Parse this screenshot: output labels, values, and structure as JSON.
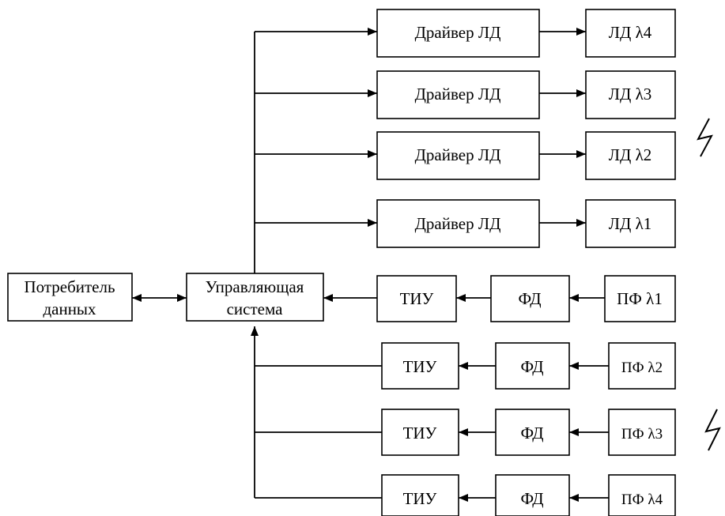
{
  "consumer": {
    "line1": "Потребитель",
    "line2": "данных"
  },
  "control": {
    "line1": "Управляющая",
    "line2": "система"
  },
  "tx_rows": [
    {
      "driver": "Драйвер ЛД",
      "laser": "ЛД λ4"
    },
    {
      "driver": "Драйвер ЛД",
      "laser": "ЛД λ3"
    },
    {
      "driver": "Драйвер ЛД",
      "laser": "ЛД λ2"
    },
    {
      "driver": "Драйвер ЛД",
      "laser": "ЛД λ1"
    }
  ],
  "rx_rows": [
    {
      "amp": "ТИУ",
      "pd": "ФД",
      "filter": "ПФ λ1"
    },
    {
      "amp": "ТИУ",
      "pd": "ФД",
      "filter": "ПФ λ2"
    },
    {
      "amp": "ТИУ",
      "pd": "ФД",
      "filter": "ПФ λ3"
    },
    {
      "amp": "ТИУ",
      "pd": "ФД",
      "filter": "ПФ λ4"
    }
  ]
}
